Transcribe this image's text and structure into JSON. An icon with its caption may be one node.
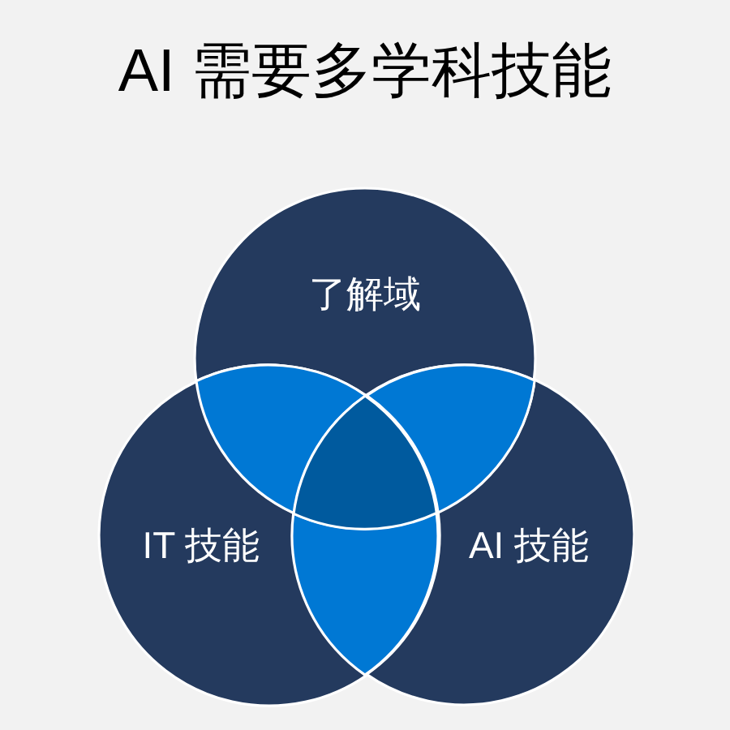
{
  "diagram": {
    "title": "AI 需要多学科技能",
    "nodes": [
      {
        "text": [
          "了解域"
        ]
      },
      {
        "text": [
          "IT 技能"
        ]
      },
      {
        "text": [
          "AI 技能"
        ]
      },
      {
        "text": [],
        "shape": "lens"
      },
      {
        "text": [],
        "shape": "lens"
      },
      {
        "text": [],
        "shape": "lens"
      },
      {
        "text": [],
        "shape": "triangle"
      }
    ]
  }
}
